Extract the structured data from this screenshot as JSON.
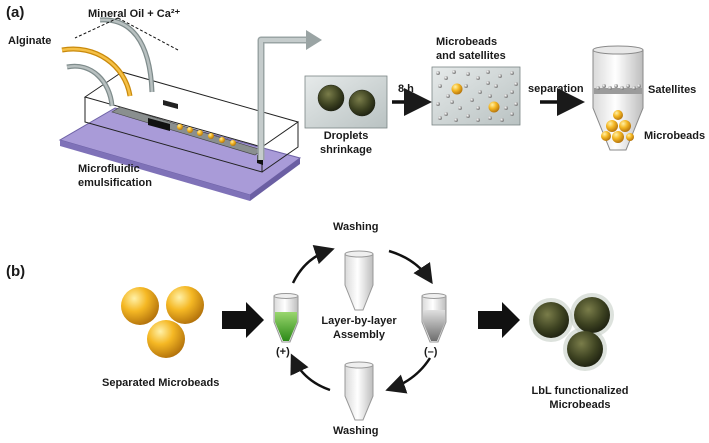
{
  "panel_a": {
    "tag": "(a)",
    "alginate": "Alginate",
    "mineral_oil": "Mineral Oil + Ca²⁺",
    "microfluidic_l1": "Microfluidic",
    "microfluidic_l2": "emulsification",
    "droplets_l1": "Droplets",
    "droplets_l2": "shrinkage",
    "time": "8 h",
    "beads_sat_l1": "Microbeads",
    "beads_sat_l2": "and satellites",
    "separation": "separation",
    "satellites": "Satellites",
    "microbeads": "Microbeads"
  },
  "panel_b": {
    "tag": "(b)",
    "washing_top": "Washing",
    "washing_bottom": "Washing",
    "lbl_l1": "Layer-by-layer",
    "lbl_l2": "Assembly",
    "plus": "(+)",
    "minus": "(–)",
    "separated": "Separated Microbeads",
    "func_l1": "LbL functionalized",
    "func_l2": "Microbeads"
  },
  "colors": {
    "bead_gold": "#f2b01e",
    "bead_dark": "#3e4422",
    "platform": "#a89ad6",
    "green_fill": "#3a9a24",
    "tube_grey": "#b8b8b8"
  }
}
